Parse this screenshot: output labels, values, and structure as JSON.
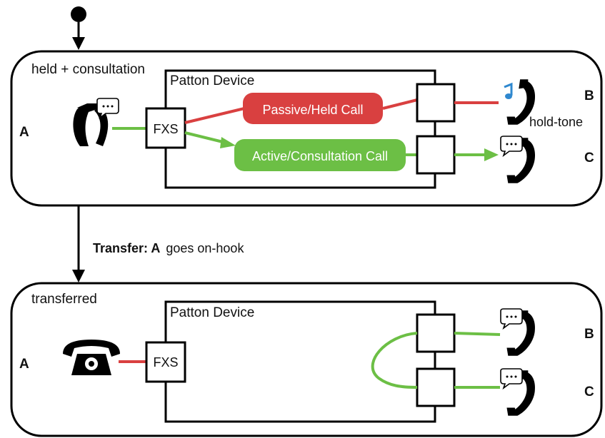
{
  "colors": {
    "green": "#6cbf45",
    "red": "#d94040",
    "black": "#000000",
    "note_blue": "#2f88cf"
  },
  "states": [
    {
      "name": "held + consultation",
      "device_label": "Patton Device",
      "port_label": "FXS",
      "party_a": "A",
      "party_b": "B",
      "party_c": "C",
      "held_call": "Passive/Held Call",
      "active_call": "Active/Consultation Call",
      "tone": "hold-tone"
    },
    {
      "name": "transferred",
      "device_label": "Patton Device",
      "port_label": "FXS",
      "party_a": "A",
      "party_b": "B",
      "party_c": "C"
    }
  ],
  "transition": {
    "bold_part": "Transfer: A",
    "rest": "goes on-hook"
  },
  "icons": [
    "start-dot-icon",
    "handset-icon",
    "speech-bubble-icon",
    "music-note-icon",
    "desk-phone-icon",
    "arrowhead-icon"
  ]
}
